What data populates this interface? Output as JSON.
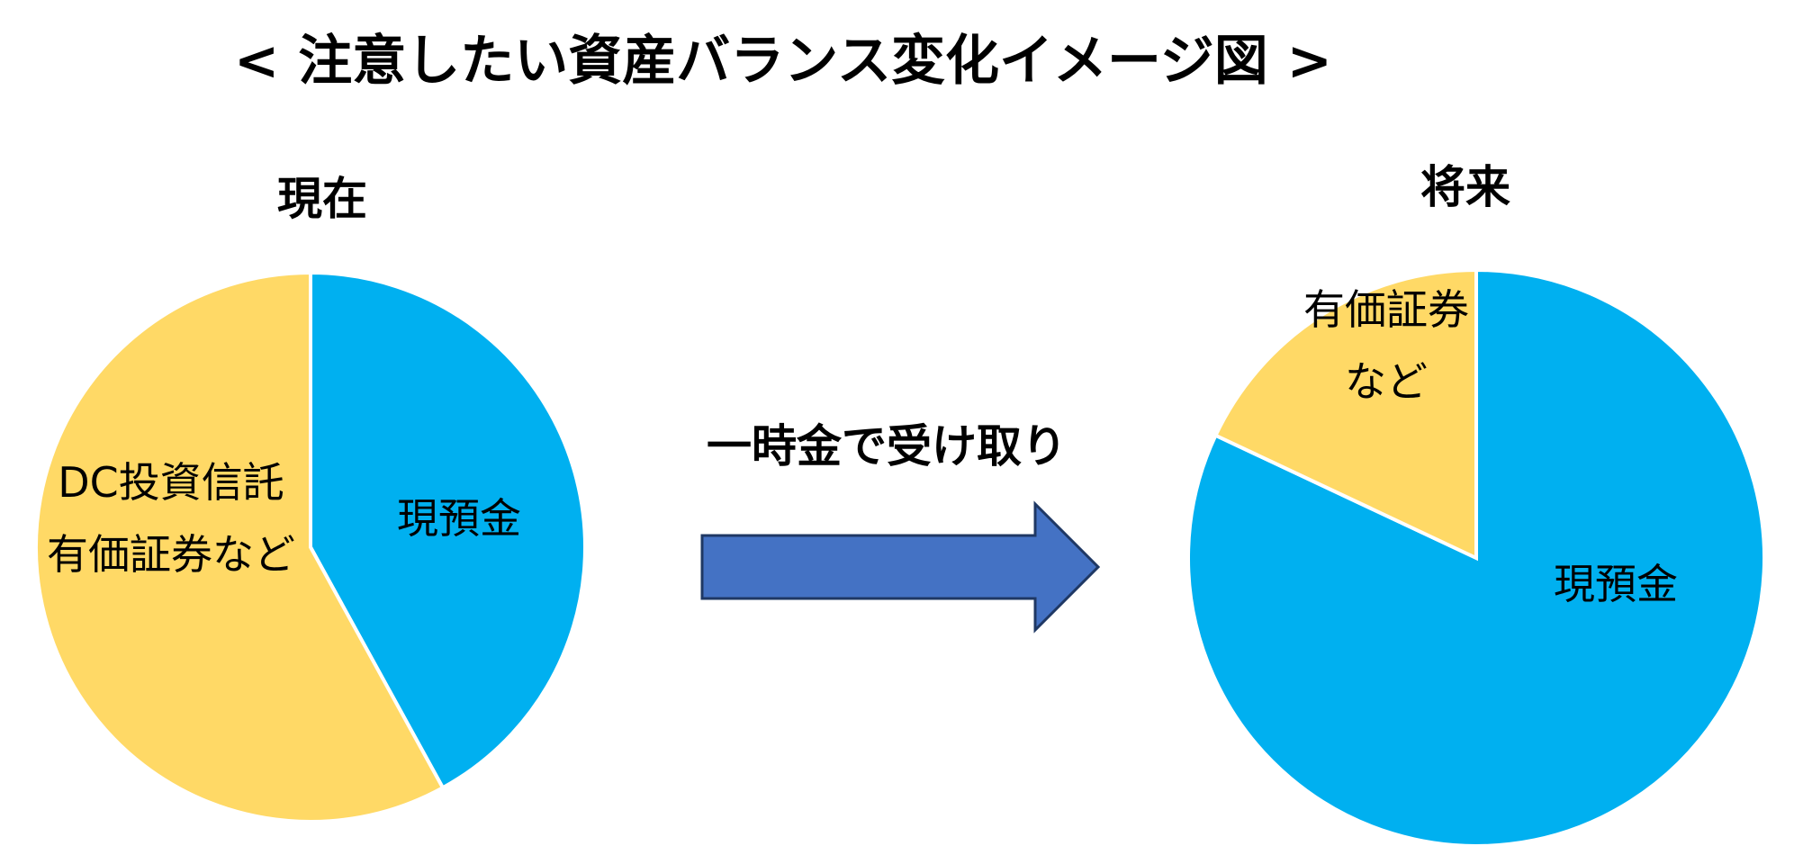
{
  "title": "< 注意したい資産バランス変化イメージ図 >",
  "arrow": {
    "label": "一時金で受け取り",
    "fill_color": "#4472C4",
    "stroke_color": "#1F3864"
  },
  "chart_data": [
    {
      "type": "pie",
      "title": "現在",
      "start_angle_deg": 0,
      "direction": "clockwise",
      "slices": [
        {
          "label_lines": [
            "現預金"
          ],
          "value": 42,
          "color": "#00B0F0"
        },
        {
          "label_lines": [
            "DC投資信託",
            "有価証券など"
          ],
          "value": 58,
          "color": "#FFD966"
        }
      ]
    },
    {
      "type": "pie",
      "title": "将来",
      "start_angle_deg": 0,
      "direction": "clockwise",
      "slices": [
        {
          "label_lines": [
            "現預金"
          ],
          "value": 82,
          "color": "#00B0F0"
        },
        {
          "label_lines": [
            "有価証券",
            "など"
          ],
          "value": 18,
          "color": "#FFD966"
        }
      ]
    }
  ]
}
